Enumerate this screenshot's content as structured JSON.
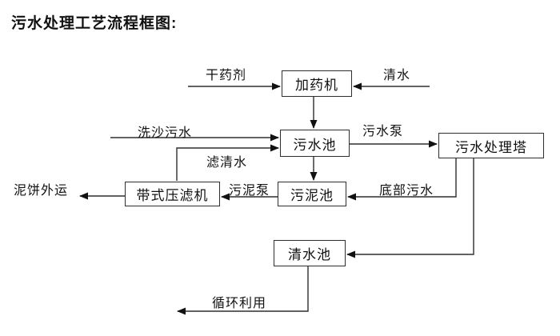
{
  "page": {
    "title": "污水处理工艺流程框图:"
  },
  "diagram": {
    "nodes": {
      "dosing_machine": "加药机",
      "sewage_pool": "污水池",
      "treatment_tower": "污水处理塔",
      "sludge_pool": "污泥池",
      "belt_filter_press": "带式压滤机",
      "clear_water_pool": "清水池"
    },
    "labels": {
      "dry_chemical": "干药剂",
      "clean_water": "清水",
      "sand_washing_sewage": "洗沙污水",
      "filtered_clear_water": "滤清水",
      "sewage_pump": "污水泵",
      "bottom_sewage": "底部污水",
      "sludge_pump": "污泥泵",
      "mud_cake_outbound": "泥饼外运",
      "recycle_use": "循环利用"
    },
    "edges": [
      {
        "from": "干药剂",
        "to": "加药机"
      },
      {
        "from": "清水",
        "to": "加药机"
      },
      {
        "from": "加药机",
        "to": "污水池"
      },
      {
        "from": "洗沙污水",
        "to": "污水池"
      },
      {
        "from": "带式压滤机",
        "to": "污水池",
        "label": "滤清水"
      },
      {
        "from": "污水池",
        "to": "污水处理塔",
        "label": "污水泵"
      },
      {
        "from": "污水处理塔",
        "to": "污泥池",
        "label": "底部污水"
      },
      {
        "from": "污水池",
        "to": "污泥池"
      },
      {
        "from": "污泥池",
        "to": "带式压滤机",
        "label": "污泥泵"
      },
      {
        "from": "带式压滤机",
        "to": "泥饼外运"
      },
      {
        "from": "污水处理塔",
        "to": "清水池"
      },
      {
        "from": "清水池",
        "to": "循环利用"
      }
    ],
    "colors": {
      "background": "#ffffff",
      "line": "#2e2e2e",
      "text": "#111111"
    }
  }
}
